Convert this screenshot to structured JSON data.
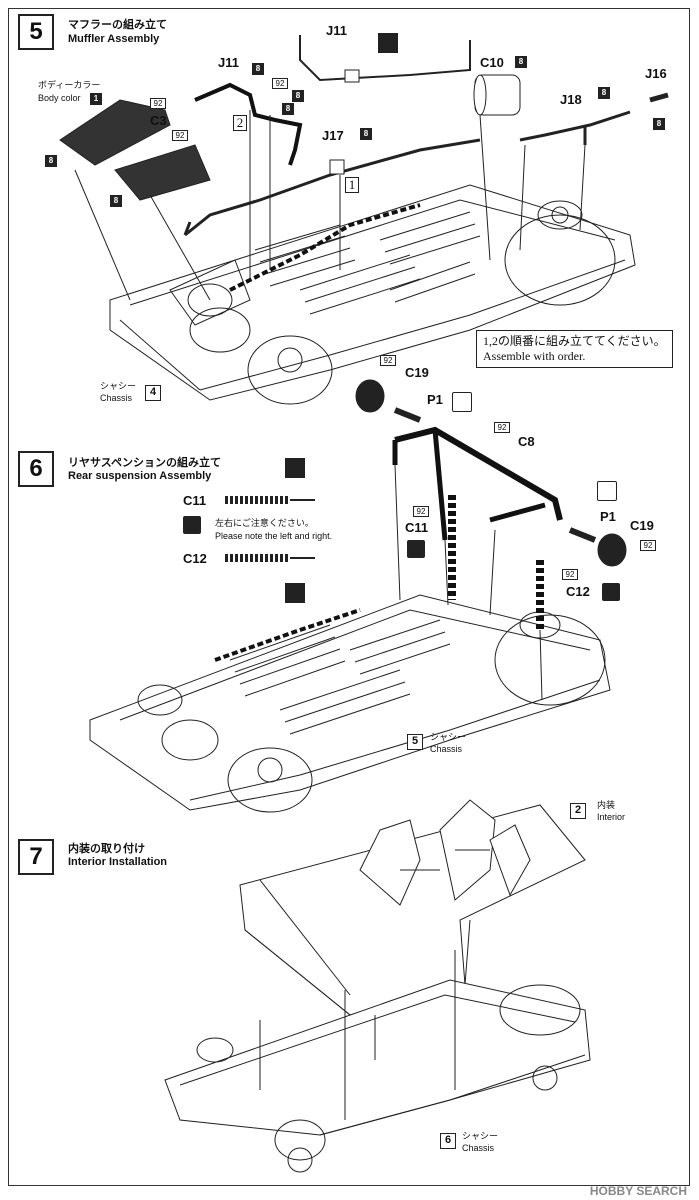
{
  "steps": [
    {
      "number": "5",
      "title_jp": "マフラーの組み立て",
      "title_en": "Muffler Assembly"
    },
    {
      "number": "6",
      "title_jp": "リヤサスペンションの組み立て",
      "title_en": "Rear suspension Assembly"
    },
    {
      "number": "7",
      "title_jp": "内装の取り付け",
      "title_en": "Interior Installation"
    }
  ],
  "step5": {
    "body_color_jp": "ボディーカラー",
    "body_color_en": "Body color",
    "body_color_code": "1",
    "parts": [
      "J11",
      "J11",
      "C10",
      "J16",
      "J18",
      "C3",
      "J17"
    ],
    "paint_8": "8",
    "paint_92": "92",
    "order_1": "1",
    "order_2": "2",
    "chassis_jp": "シャシー",
    "chassis_en": "Chassis",
    "chassis_num": "4",
    "note_jp": "1,2の順番に組み立ててください。",
    "note_en": "Assemble with order."
  },
  "step6": {
    "parts": [
      "C19",
      "P1",
      "C8",
      "C11",
      "C12",
      "P1",
      "C19",
      "C11",
      "C12"
    ],
    "caution_jp": "左右にご注意ください。",
    "caution_en": "Please note the left and right.",
    "chassis_jp": "シャシー",
    "chassis_en": "Chassis",
    "chassis_num": "5",
    "paint_92": "92"
  },
  "step7": {
    "interior_jp": "内装",
    "interior_en": "Interior",
    "interior_num": "2",
    "chassis_jp": "シャシー",
    "chassis_en": "Chassis",
    "chassis_num": "6"
  },
  "watermark": "HOBBY SEARCH"
}
